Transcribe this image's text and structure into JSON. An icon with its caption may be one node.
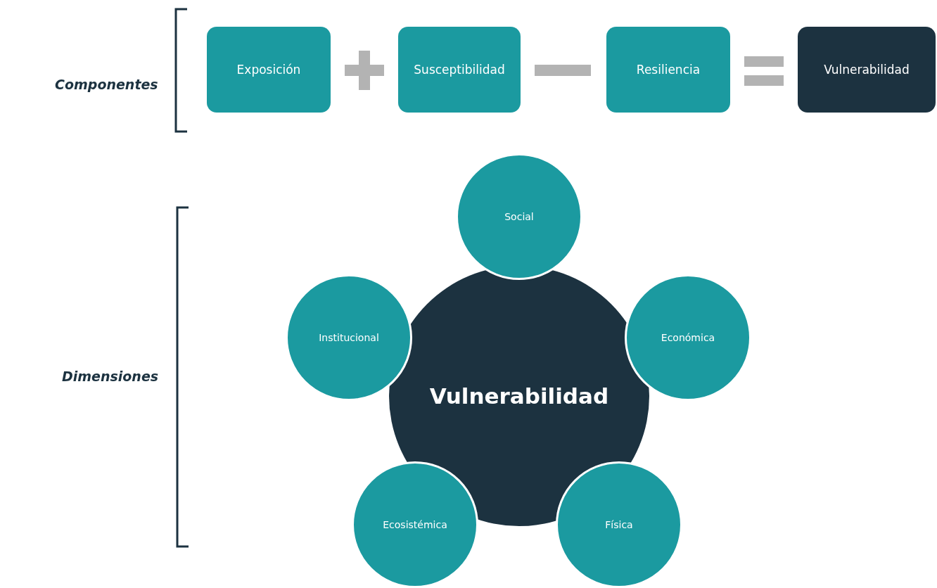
{
  "diagram": {
    "nodes": [
      {
        "text": [
          "Exposición"
        ]
      },
      {
        "text": [
          "Susceptibilidad"
        ]
      },
      {
        "text": [
          "Resiliencia"
        ]
      },
      {
        "text": [
          "Vulnerabilidad"
        ]
      },
      {
        "text": [
          "Vulnerabilidad"
        ]
      },
      {
        "text": [
          "Social"
        ]
      },
      {
        "text": [
          "Institucional"
        ]
      },
      {
        "text": [
          "Económica"
        ]
      },
      {
        "text": [
          "Ecosistémica"
        ]
      },
      {
        "text": [
          "Física"
        ]
      }
    ],
    "labels": [
      "Componentes",
      "Dimensiones"
    ]
  }
}
